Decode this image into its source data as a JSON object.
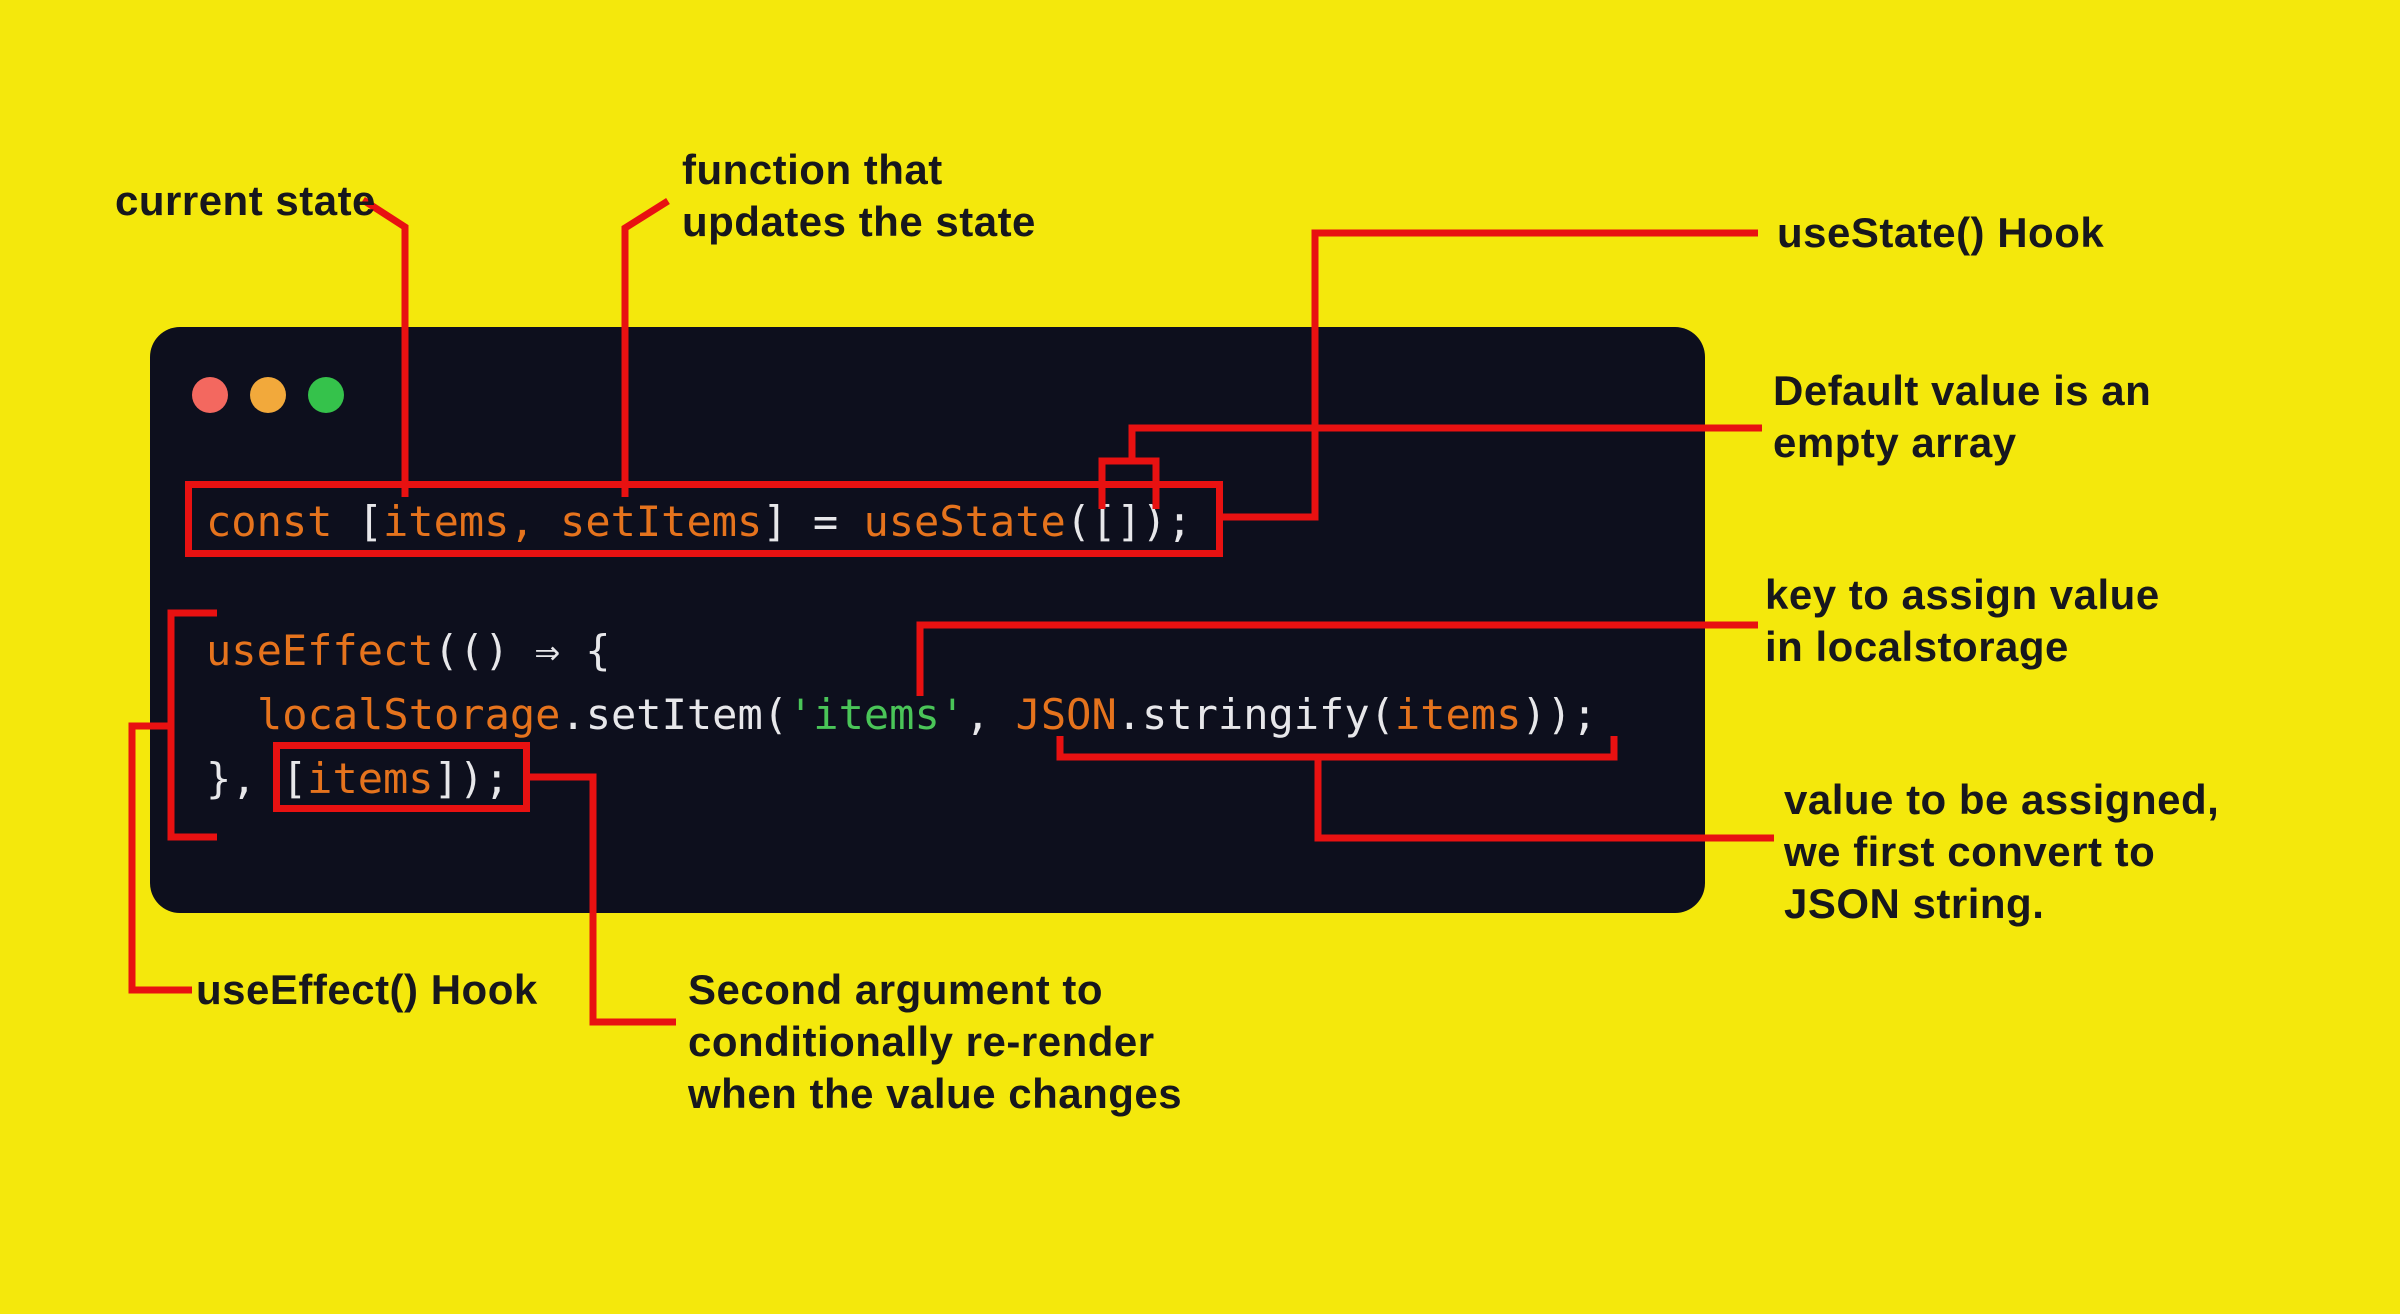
{
  "colors": {
    "background": "#f4e80c",
    "red": "#e81111",
    "editor_bg": "#0d0f1d",
    "label_text": "#17171d",
    "code_orange": "#e5731d",
    "code_white": "#e7e7ea",
    "code_green": "#4ac558"
  },
  "editor": {
    "traffic_lights": [
      {
        "name": "close",
        "color": "#f3685f"
      },
      {
        "name": "minimize",
        "color": "#f2a93b"
      },
      {
        "name": "zoom",
        "color": "#35c24b"
      }
    ],
    "code_lines": [
      {
        "tokens": [
          {
            "text": "const ",
            "color": "orange"
          },
          {
            "text": "[",
            "color": "white"
          },
          {
            "text": "items",
            "color": "orange"
          },
          {
            "text": ", ",
            "color": "orange"
          },
          {
            "text": "setItems",
            "color": "orange"
          },
          {
            "text": "] = ",
            "color": "white"
          },
          {
            "text": "useState",
            "color": "orange"
          },
          {
            "text": "([]);",
            "color": "white"
          }
        ]
      },
      {
        "tokens": [
          {
            "text": "useEffect",
            "color": "orange"
          },
          {
            "text": "(() ⇒ {",
            "color": "white"
          }
        ]
      },
      {
        "tokens": [
          {
            "text": "localStorage",
            "color": "orange"
          },
          {
            "text": ".setItem(",
            "color": "white"
          },
          {
            "text": "'items'",
            "color": "green"
          },
          {
            "text": ", ",
            "color": "white"
          },
          {
            "text": "JSON",
            "color": "orange"
          },
          {
            "text": ".stringify(",
            "color": "white"
          },
          {
            "text": "items",
            "color": "orange"
          },
          {
            "text": "));",
            "color": "white"
          }
        ]
      },
      {
        "tokens": [
          {
            "text": "}, [",
            "color": "white"
          },
          {
            "text": "items",
            "color": "orange"
          },
          {
            "text": "]);",
            "color": "white"
          }
        ]
      }
    ]
  },
  "annotations": {
    "current_state": "current state",
    "updater_function": [
      "function that",
      "updates the state"
    ],
    "usestate_hook": "useState() Hook",
    "default_value": [
      "Default value is an",
      "empty array"
    ],
    "storage_key": [
      "key to assign value",
      "in localstorage"
    ],
    "stringified_value": [
      "value to be assigned,",
      "we first convert to",
      "JSON string."
    ],
    "useeffect_hook": "useEffect() Hook",
    "second_argument": [
      "Second argument to",
      "conditionally re-render",
      "when the value changes"
    ]
  }
}
